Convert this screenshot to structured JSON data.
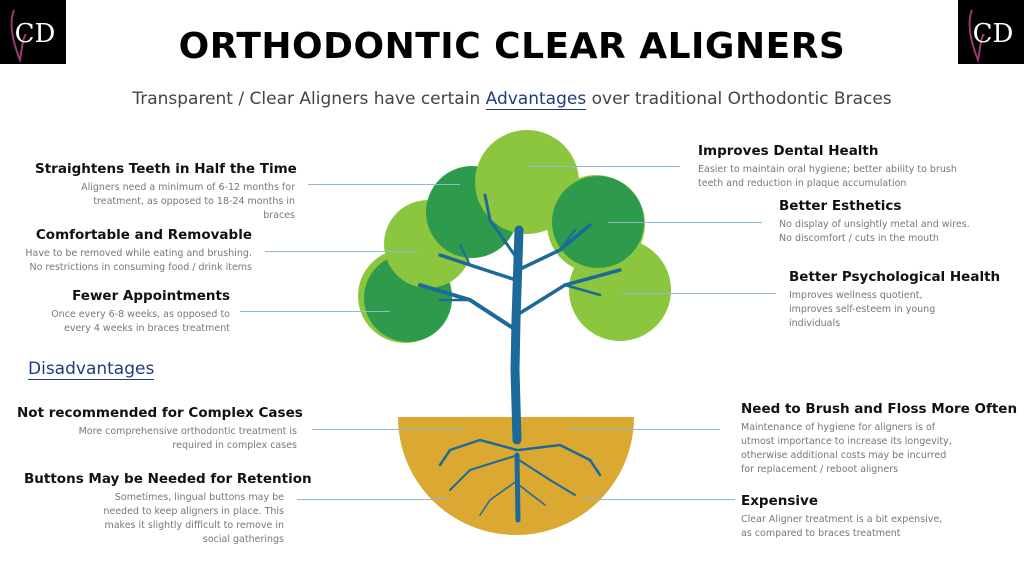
{
  "header": {
    "title": "ORTHODONTIC CLEAR ALIGNERS",
    "subtitle_before": "Transparent / Clear Aligners have certain",
    "subtitle_link": "Advantages",
    "subtitle_after": "over traditional Orthodontic Braces"
  },
  "logo": {
    "text": "CD"
  },
  "advantages": [
    {
      "title": "Straightens Teeth in Half the Time",
      "desc": "Aligners need a minimum of 6-12 months for treatment, as opposed to 18-24 months in braces"
    },
    {
      "title": "Comfortable and Removable",
      "desc": "Have to be removed while eating and brushing. No restrictions in consuming food / drink items"
    },
    {
      "title": "Fewer Appointments",
      "desc": "Once every 6-8 weeks, as opposed to every 4 weeks in braces treatment"
    },
    {
      "title": "Improves Dental Health",
      "desc": "Easier to maintain oral hygiene; better ability to brush teeth and reduction in plaque accumulation"
    },
    {
      "title": "Better Esthetics",
      "desc": "No display of unsightly metal and wires. No discomfort / cuts in the mouth"
    },
    {
      "title": "Better Psychological Health",
      "desc": "Improves wellness quotient, improves self-esteem in young individuals"
    }
  ],
  "disadvantages_heading": "Disadvantages",
  "disadvantages": [
    {
      "title": "Not recommended for Complex Cases",
      "desc": "More comprehensive orthodontic treatment is required in complex cases"
    },
    {
      "title": "Buttons May be Needed for Retention",
      "desc": "Sometimes, lingual buttons may be needed to keep aligners in place. This makes it slightly difficult to remove in social gatherings"
    },
    {
      "title": "Need to Brush and Floss More Often",
      "desc": "Maintenance of hygiene for aligners is of utmost importance to increase its longevity, otherwise additional costs may be incurred for replacement / reboot aligners"
    },
    {
      "title": "Expensive",
      "desc": "Clear Aligner treatment is a bit expensive, as compared to braces treatment"
    }
  ],
  "colors": {
    "light_leaf": "#8cc63f",
    "dark_leaf": "#2e9a4c",
    "trunk": "#1d6a9a",
    "ground": "#dba832",
    "accent": "#1f3d7a"
  }
}
